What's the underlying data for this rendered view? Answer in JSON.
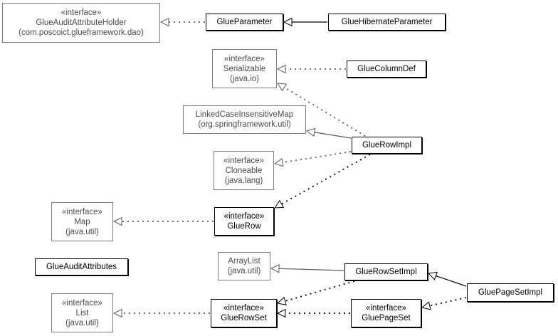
{
  "diagram": {
    "nodes": {
      "glue_audit_attribute_holder": {
        "stereotype": "«interface»",
        "name": "GlueAuditAttributeHolder",
        "package": "(com.poscoict.glueframework.dao)"
      },
      "glue_parameter": {
        "name": "GlueParameter"
      },
      "glue_hibernate_parameter": {
        "name": "GlueHibernateParameter"
      },
      "serializable": {
        "stereotype": "«interface»",
        "name": "Serializable",
        "package": "(java.io)"
      },
      "glue_column_def": {
        "name": "GlueColumnDef"
      },
      "linked_case_insensitive_map": {
        "name": "LinkedCaseInsensitiveMap",
        "package": "(org.springframework.util)"
      },
      "glue_row_impl": {
        "name": "GlueRowImpl"
      },
      "cloneable": {
        "stereotype": "«interface»",
        "name": "Cloneable",
        "package": "(java.lang)"
      },
      "map": {
        "stereotype": "«interface»",
        "name": "Map",
        "package": "(java.util)"
      },
      "glue_row": {
        "stereotype": "«interface»",
        "name": "GlueRow"
      },
      "glue_audit_attributes": {
        "name": "GlueAuditAttributes"
      },
      "array_list": {
        "name": "ArrayList",
        "package": "(java.util)"
      },
      "glue_row_set_impl": {
        "name": "GlueRowSetImpl"
      },
      "glue_page_set_impl": {
        "name": "GluePageSetImpl"
      },
      "list": {
        "stereotype": "«interface»",
        "name": "List",
        "package": "(java.util)"
      },
      "glue_row_set": {
        "stereotype": "«interface»",
        "name": "GlueRowSet"
      },
      "glue_page_set": {
        "stereotype": "«interface»",
        "name": "GluePageSet"
      }
    },
    "relations": [
      {
        "from": "glue_parameter",
        "to": "glue_audit_attribute_holder",
        "kind": "realization"
      },
      {
        "from": "glue_hibernate_parameter",
        "to": "glue_parameter",
        "kind": "generalization"
      },
      {
        "from": "glue_column_def",
        "to": "serializable",
        "kind": "realization"
      },
      {
        "from": "glue_row_impl",
        "to": "serializable",
        "kind": "realization"
      },
      {
        "from": "glue_row_impl",
        "to": "linked_case_insensitive_map",
        "kind": "generalization"
      },
      {
        "from": "glue_row_impl",
        "to": "cloneable",
        "kind": "realization"
      },
      {
        "from": "glue_row_impl",
        "to": "glue_row",
        "kind": "realization"
      },
      {
        "from": "glue_row",
        "to": "map",
        "kind": "realization"
      },
      {
        "from": "glue_row_set_impl",
        "to": "array_list",
        "kind": "generalization"
      },
      {
        "from": "glue_page_set_impl",
        "to": "glue_row_set_impl",
        "kind": "generalization"
      },
      {
        "from": "glue_row_set_impl",
        "to": "glue_row_set",
        "kind": "realization"
      },
      {
        "from": "glue_page_set_impl",
        "to": "glue_page_set",
        "kind": "realization"
      },
      {
        "from": "glue_page_set",
        "to": "glue_row_set",
        "kind": "realization"
      },
      {
        "from": "glue_row_set",
        "to": "list",
        "kind": "realization"
      }
    ]
  }
}
